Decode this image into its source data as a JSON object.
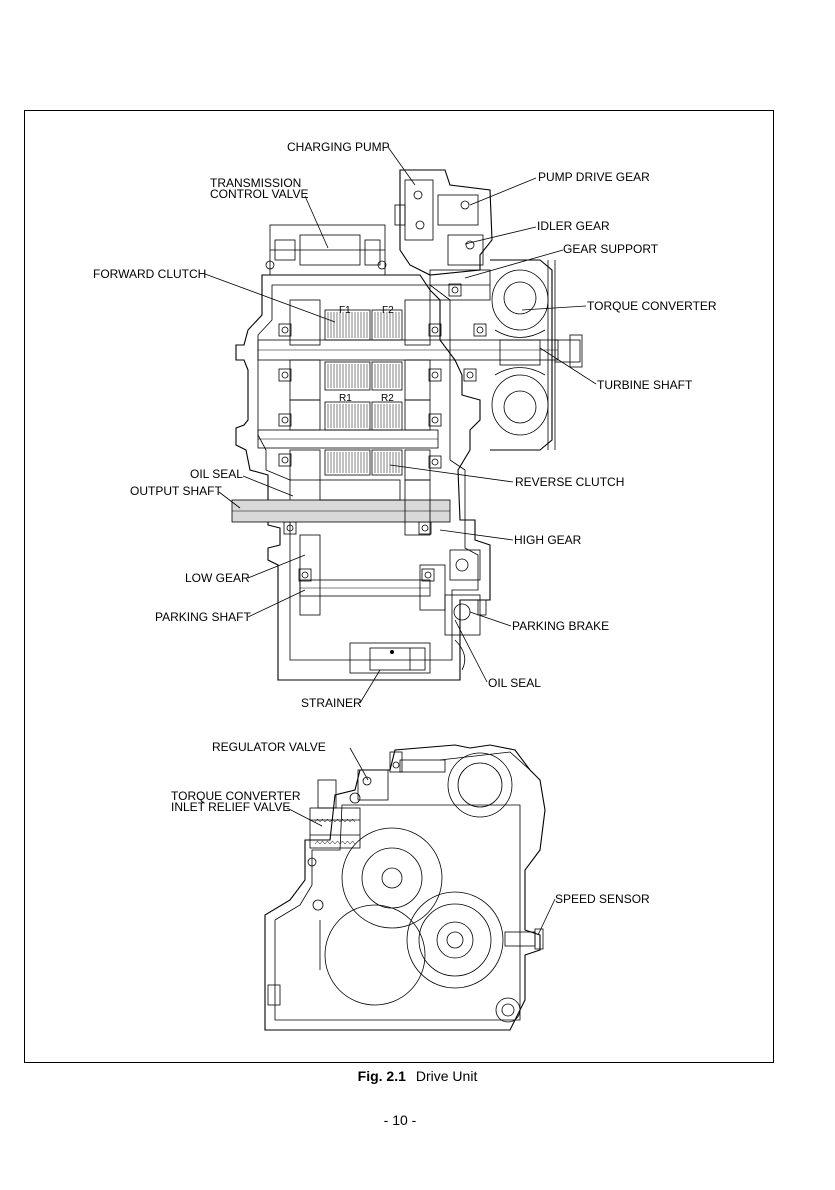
{
  "figure": {
    "number": "Fig. 2.1",
    "title": "Drive Unit"
  },
  "page_number": "- 10 -",
  "labels": {
    "charging_pump": "CHARGING PUMP",
    "pump_drive_gear": "PUMP DRIVE GEAR",
    "transmission_control_valve_1": "TRANSMISSION",
    "transmission_control_valve_2": "CONTROL VALVE",
    "idler_gear": "IDLER GEAR",
    "gear_support": "GEAR SUPPORT",
    "forward_clutch": "FORWARD CLUTCH",
    "torque_converter": "TORQUE CONVERTER",
    "turbine_shaft": "TURBINE SHAFT",
    "f1": "F1",
    "f2": "F2",
    "r1": "R1",
    "r2": "R2",
    "oil_seal_top": "OIL SEAL",
    "output_shaft": "OUTPUT SHAFT",
    "reverse_clutch": "REVERSE CLUTCH",
    "high_gear": "HIGH GEAR",
    "low_gear": "LOW GEAR",
    "parking_shaft": "PARKING SHAFT",
    "parking_brake": "PARKING BRAKE",
    "oil_seal_bottom": "OIL SEAL",
    "strainer": "STRAINER",
    "regulator_valve": "REGULATOR VALVE",
    "tc_inlet_relief_1": "TORQUE CONVERTER",
    "tc_inlet_relief_2": "INLET RELIEF VALVE",
    "speed_sensor": "SPEED SENSOR"
  }
}
